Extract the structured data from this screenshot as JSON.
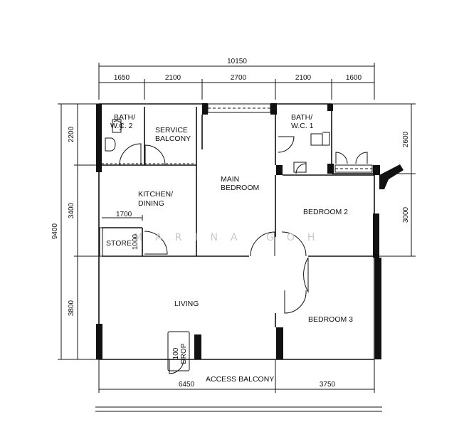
{
  "rooms": {
    "bath_wc2": [
      "BATH/",
      "W.C. 2"
    ],
    "service_balcony": [
      "SERVICE",
      "BALCONY"
    ],
    "main_bedroom": [
      "MAIN",
      "BEDROOM"
    ],
    "bath_wc1": [
      "BATH/",
      "W.C. 1"
    ],
    "kitchen_dining": [
      "KITCHEN/",
      "DINING"
    ],
    "bedroom2": "BEDROOM 2",
    "store": "STORE",
    "living": "LIVING",
    "bedroom3": "BEDROOM 3",
    "access_balcony": "ACCESS BALCONY"
  },
  "dimensions": {
    "overall_width": "10150",
    "top_segments": [
      "1650",
      "2100",
      "2700",
      "2100",
      "1600"
    ],
    "overall_height": "9400",
    "left_segments": [
      "2200",
      "3400",
      "3800"
    ],
    "right_segments": [
      "2600",
      "3000"
    ],
    "bottom_segments": [
      "6450",
      "3750"
    ],
    "kitchen_inner": "1700",
    "store_inner": "1000",
    "refuse_chute": [
      "100",
      "DROP"
    ]
  },
  "watermark": "MARINA GOH"
}
